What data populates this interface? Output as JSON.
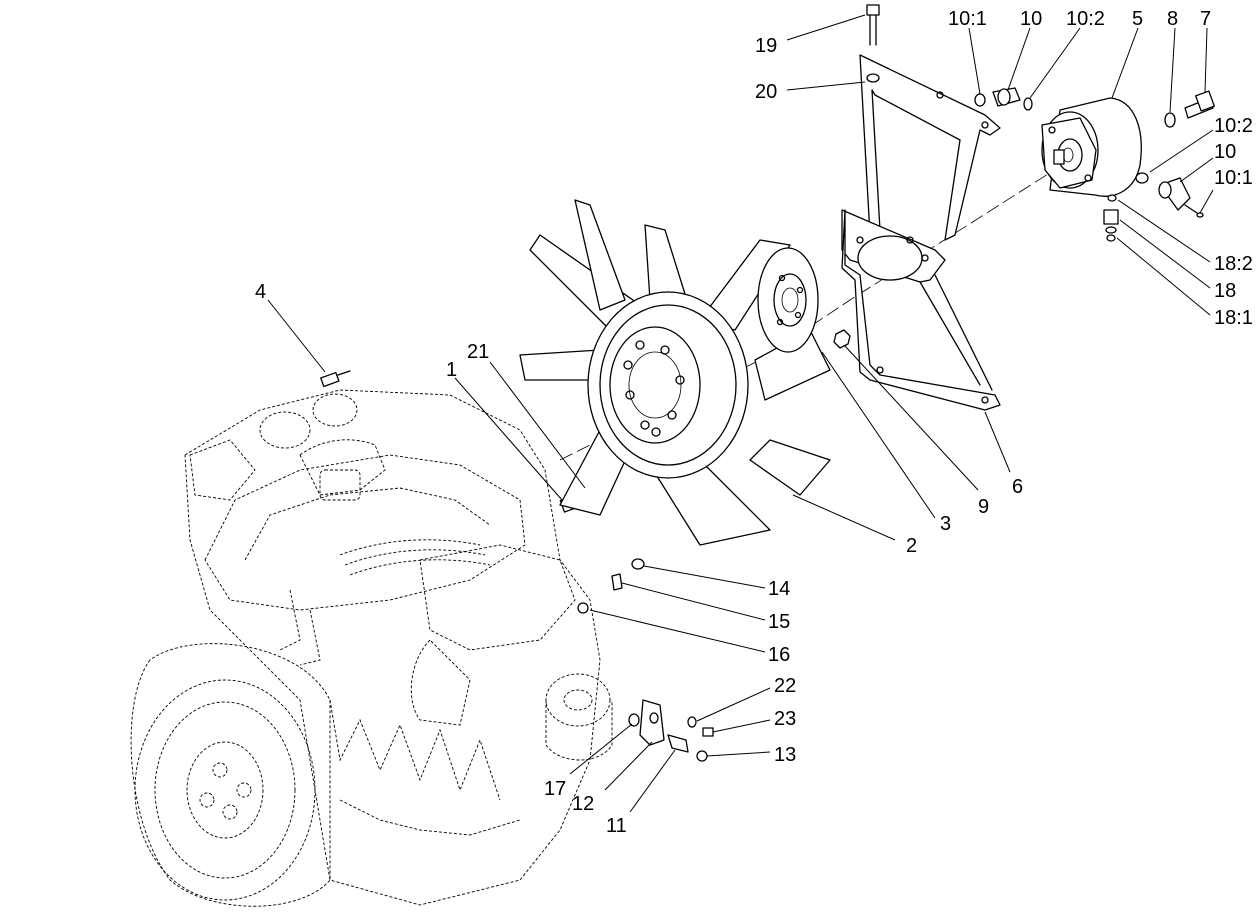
{
  "callouts": [
    {
      "id": "c19",
      "label": "19"
    },
    {
      "id": "c20",
      "label": "20"
    },
    {
      "id": "c10-1-top",
      "label": "10:1"
    },
    {
      "id": "c10-top",
      "label": "10"
    },
    {
      "id": "c10-2-top",
      "label": "10:2"
    },
    {
      "id": "c5",
      "label": "5"
    },
    {
      "id": "c8",
      "label": "8"
    },
    {
      "id": "c7",
      "label": "7"
    },
    {
      "id": "c10-2-right",
      "label": "10:2"
    },
    {
      "id": "c10-right",
      "label": "10"
    },
    {
      "id": "c10-1-right",
      "label": "10:1"
    },
    {
      "id": "c18-2",
      "label": "18:2"
    },
    {
      "id": "c18",
      "label": "18"
    },
    {
      "id": "c18-1",
      "label": "18:1"
    },
    {
      "id": "c4",
      "label": "4"
    },
    {
      "id": "c21",
      "label": "21"
    },
    {
      "id": "c1",
      "label": "1"
    },
    {
      "id": "c9",
      "label": "9"
    },
    {
      "id": "c6",
      "label": "6"
    },
    {
      "id": "c3",
      "label": "3"
    },
    {
      "id": "c2",
      "label": "2"
    },
    {
      "id": "c14",
      "label": "14"
    },
    {
      "id": "c15",
      "label": "15"
    },
    {
      "id": "c16",
      "label": "16"
    },
    {
      "id": "c22",
      "label": "22"
    },
    {
      "id": "c23",
      "label": "23"
    },
    {
      "id": "c13",
      "label": "13"
    },
    {
      "id": "c17",
      "label": "17"
    },
    {
      "id": "c12",
      "label": "12"
    },
    {
      "id": "c11",
      "label": "11"
    }
  ]
}
